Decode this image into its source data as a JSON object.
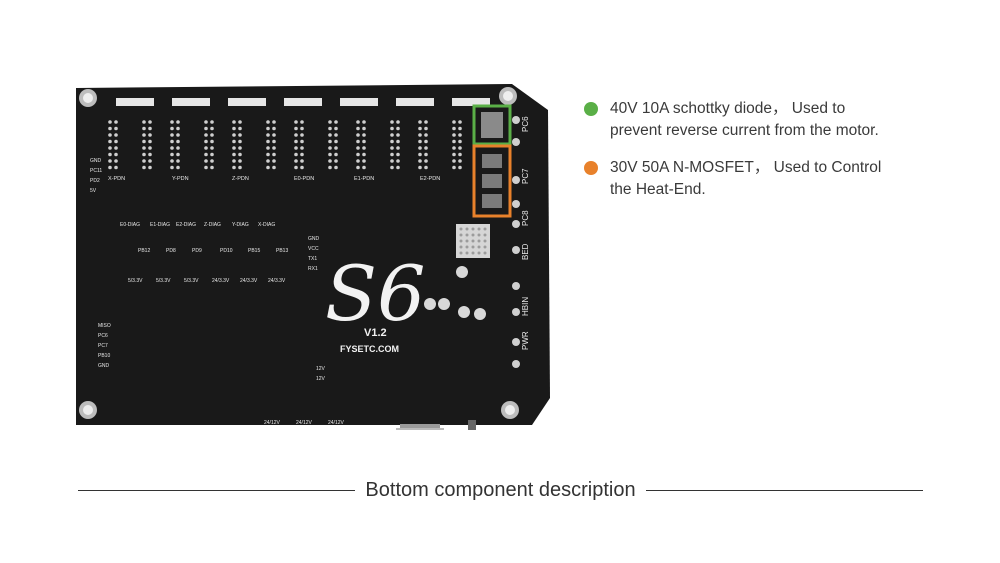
{
  "colors": {
    "pcb": "#191919",
    "silkscreen": "#e8e8e8",
    "highlight_green": "#5aaf47",
    "highlight_orange": "#e8812b",
    "text": "#3a3a3a"
  },
  "board": {
    "logo": "S6",
    "version": "V1.2",
    "url": "FYSETC.COM",
    "driver_labels": [
      "X-PDN",
      "Y-PDN",
      "Z-PDN",
      "E0-PDN",
      "E1-PDN",
      "E2-PDN"
    ],
    "diag_labels": [
      "E0-DIAG",
      "E1-DIAG",
      "E2-DIAG",
      "Z-DIAG",
      "Y-DIAG",
      "X-DIAG"
    ],
    "pin_labels": [
      "PB12",
      "PD8",
      "PD9",
      "PD10",
      "PB15",
      "PB13"
    ],
    "voltage_labels": [
      "5/3.3V",
      "5/3.3V",
      "5/3.3V",
      "24/3.3V",
      "24/3.3V",
      "24/3.3V"
    ],
    "uart_labels": [
      "GND",
      "VCC",
      "TX1",
      "RX1"
    ],
    "left_labels": [
      "GND",
      "PC11",
      "PD2",
      "5V"
    ],
    "spi_labels": [
      "MISO",
      "PC6",
      "PC7",
      "PB10",
      "GND"
    ],
    "power_labels": [
      "12V",
      "12V",
      "24/12V",
      "24/12V",
      "24/12V"
    ],
    "connector_labels": [
      "PC6",
      "PC7",
      "PC8",
      "BED",
      "HBIN",
      "PWR"
    ]
  },
  "legend": [
    {
      "color": "#5aaf47",
      "text": "40V 10A schottky diode， Used to\nprevent reverse current from the motor."
    },
    {
      "color": "#e8812b",
      "text": "30V 50A N-MOSFET， Used to Control\nthe Heat-End."
    }
  ],
  "caption": "Bottom component description"
}
